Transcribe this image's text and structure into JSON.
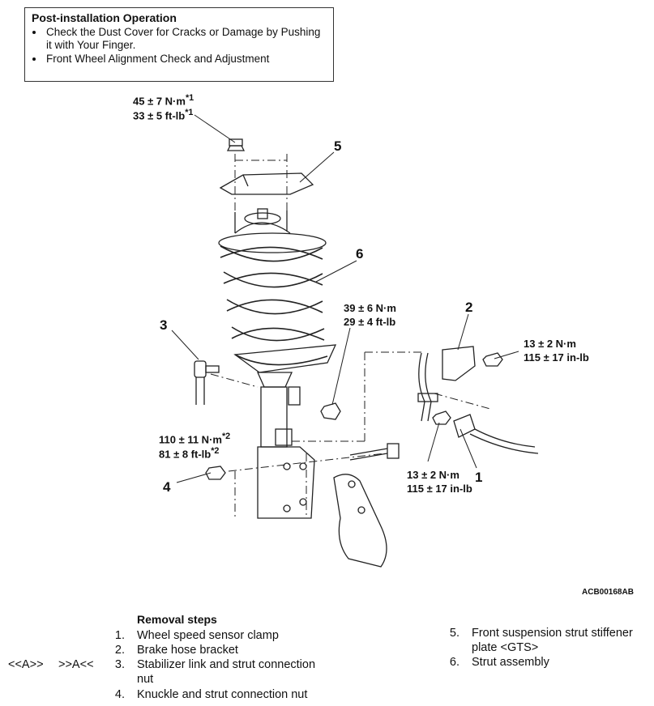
{
  "post_installation": {
    "title": "Post-installation Operation",
    "items": [
      "Check the Dust Cover for Cracks or Damage by Pushing it with Your Finger.",
      "Front Wheel Alignment Check and Adjustment"
    ]
  },
  "torques": {
    "t1_nm": "45 ± 7 N·m",
    "t1_sup": "*1",
    "t1_ft": "33 ± 5 ft-lb",
    "t2_nm": "39 ± 6 N·m",
    "t2_ft": "29 ± 4 ft-lb",
    "t3_nm": "13 ± 2 N·m",
    "t3_in": "115 ± 17 in-lb",
    "t4_nm": "110 ± 11 N·m",
    "t4_sup": "*2",
    "t4_ft": "81 ± 8 ft-lb",
    "t5_nm": "13 ± 2 N·m",
    "t5_in": "115 ± 17 in-lb"
  },
  "callouts": [
    "1",
    "2",
    "3",
    "4",
    "5",
    "6"
  ],
  "figure_code": "ACB00168AB",
  "removal_steps": {
    "title": "Removal steps",
    "steps": [
      {
        "n": "1.",
        "t": "Wheel speed sensor clamp"
      },
      {
        "n": "2.",
        "t": "Brake hose bracket"
      },
      {
        "n": "3.",
        "t": "Stabilizer link and strut connection nut"
      },
      {
        "n": "4.",
        "t": "Knuckle and strut connection nut"
      },
      {
        "n": "5.",
        "t": "Front suspension strut stiffener plate <GTS>"
      },
      {
        "n": "6.",
        "t": "Strut assembly"
      }
    ],
    "ref_a": "<<A>>",
    "ref_b": ">>A<<"
  }
}
